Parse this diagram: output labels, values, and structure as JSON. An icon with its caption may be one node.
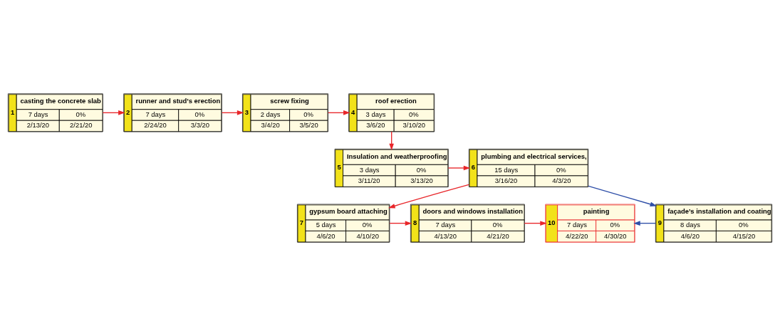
{
  "diagram": {
    "nodes": [
      {
        "text": [
          "1",
          "casting the concrete slab",
          "7 days",
          "0%",
          "2/13/20",
          "2/21/20"
        ]
      },
      {
        "text": [
          "2",
          "runner and stud’s erection",
          "7 days",
          "0%",
          "2/24/20",
          "3/3/20"
        ]
      },
      {
        "text": [
          "3",
          "screw fixing",
          "2 days",
          "0%",
          "3/4/20",
          "3/5/20"
        ]
      },
      {
        "text": [
          "4",
          "roof erection",
          "3 days",
          "0%",
          "3/6/20",
          "3/10/20"
        ]
      },
      {
        "text": [
          "5",
          "Insulation and weatherproofing",
          "3 days",
          "0%",
          "3/11/20",
          "3/13/20"
        ]
      },
      {
        "text": [
          "6",
          "plumbing and electrical services,",
          "15 days",
          "0%",
          "3/16/20",
          "4/3/20"
        ]
      },
      {
        "text": [
          "7",
          "gypsum board attaching",
          "5 days",
          "0%",
          "4/6/20",
          "4/10/20"
        ]
      },
      {
        "text": [
          "8",
          "doors and windows installation",
          "7 days",
          "0%",
          "4/13/20",
          "4/21/20"
        ]
      },
      {
        "text": [
          "9",
          "façade’s installation and coating",
          "8 days",
          "0%",
          "4/6/20",
          "4/15/20"
        ]
      },
      {
        "text": [
          "10",
          "painting",
          "7 days",
          "0%",
          "4/22/20",
          "4/30/20"
        ]
      }
    ],
    "edges": [
      {
        "from": 0,
        "to": 1,
        "arrow": "to"
      },
      {
        "from": 1,
        "to": 2,
        "arrow": "to"
      },
      {
        "from": 2,
        "to": 3,
        "arrow": "to"
      },
      {
        "from": 3,
        "to": 4,
        "arrow": "to"
      },
      {
        "from": 4,
        "to": 5,
        "arrow": "to"
      },
      {
        "from": 5,
        "to": 6,
        "arrow": "to"
      },
      {
        "from": 6,
        "to": 7,
        "arrow": "to"
      },
      {
        "from": 7,
        "to": 9,
        "arrow": "to"
      },
      {
        "from": 5,
        "to": 8,
        "arrow": "to",
        "color": "#2f4fa8"
      },
      {
        "from": 8,
        "to": 9,
        "arrow": "to",
        "color": "#2f4fa8"
      }
    ]
  }
}
